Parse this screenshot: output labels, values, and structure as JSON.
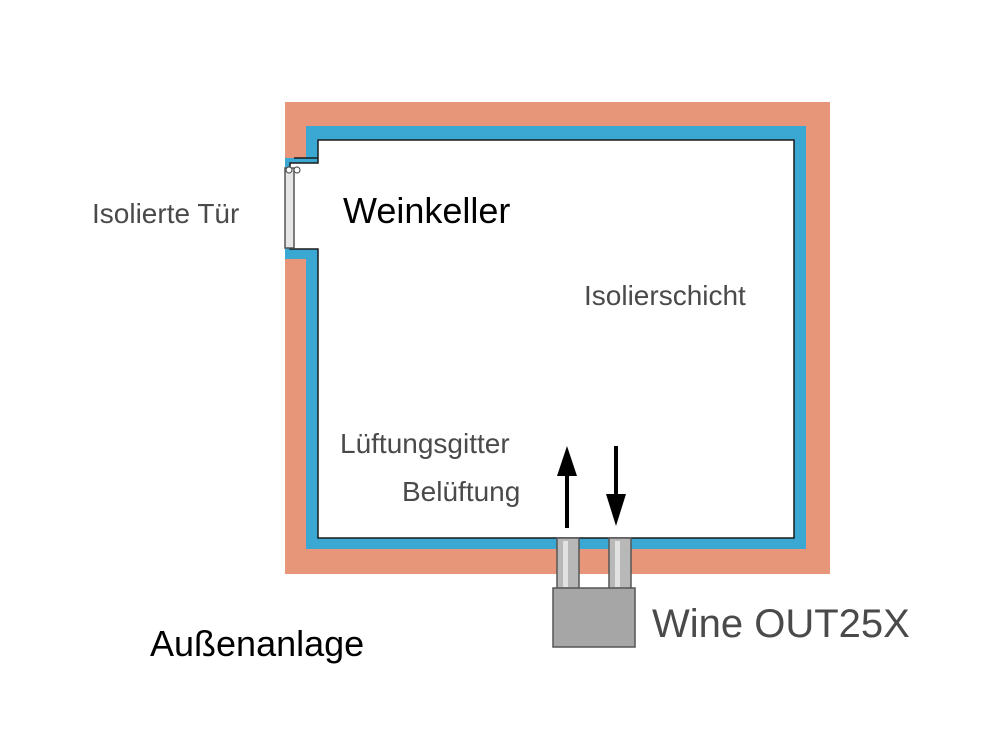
{
  "labels": {
    "cellar": "Weinkeller",
    "door": "Isolierte Tür",
    "insulation": "Isolierschicht",
    "grille_line1": "Lüftungsgitter",
    "grille_line2": "Belüftung",
    "outdoor": "Außenanlage",
    "unit": "Wine OUT25X"
  },
  "colors": {
    "wall": "#e8967a",
    "insulation": "#3aa8d2",
    "duct": "#b8b8b8",
    "unit": "#a6a6a6",
    "text_gray": "#4a4a4a",
    "text_black": "#000000"
  },
  "icons": {
    "airflow_in": "arrow-up-icon",
    "airflow_out": "arrow-down-icon"
  }
}
